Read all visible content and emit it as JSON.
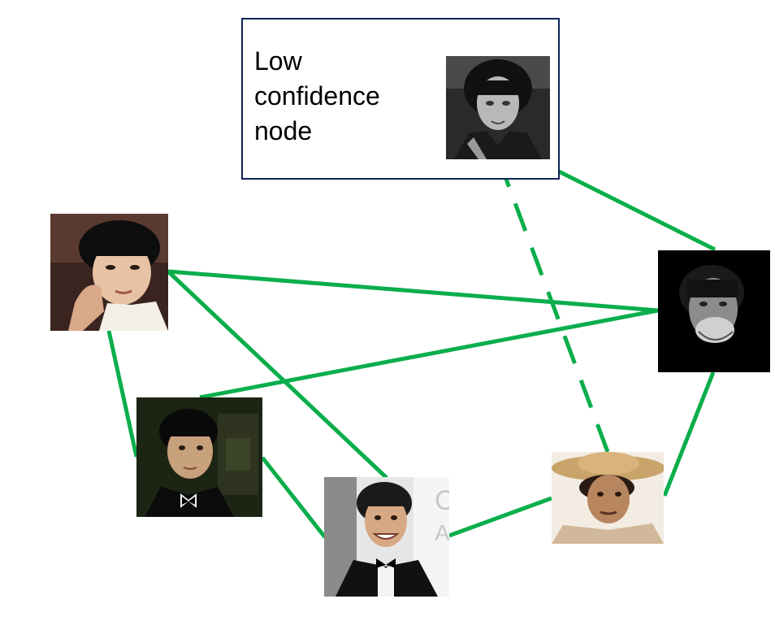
{
  "legend": {
    "label": "Low\nconfidence\nnode"
  },
  "nodes": [
    {
      "id": "n-legend",
      "depicts": "grayscale portrait of a man with long hair and a scarf"
    },
    {
      "id": "n1",
      "depicts": "young man in white turtleneck with hand on cheek"
    },
    {
      "id": "n2",
      "depicts": "man with hand over mouth on black background"
    },
    {
      "id": "n3",
      "depicts": "young man in tuxedo and bow tie, dark background"
    },
    {
      "id": "n4",
      "depicts": "smiling man in tuxedo at event"
    },
    {
      "id": "n5",
      "depicts": "man wearing straw hat"
    }
  ],
  "edges": [
    {
      "from": "n1",
      "to": "n2",
      "style": "solid"
    },
    {
      "from": "n1",
      "to": "n3",
      "style": "solid"
    },
    {
      "from": "n1",
      "to": "n4",
      "style": "solid"
    },
    {
      "from": "n2",
      "to": "n3",
      "style": "solid"
    },
    {
      "from": "n2",
      "to": "n5",
      "style": "solid"
    },
    {
      "from": "n3",
      "to": "n4",
      "style": "solid"
    },
    {
      "from": "n4",
      "to": "n5",
      "style": "solid"
    },
    {
      "from": "n-legend",
      "to": "n2",
      "style": "solid"
    },
    {
      "from": "n-legend",
      "to": "n5",
      "style": "dashed"
    }
  ],
  "colors": {
    "edge": "#0aae4b",
    "legend_border": "#0d2358"
  }
}
